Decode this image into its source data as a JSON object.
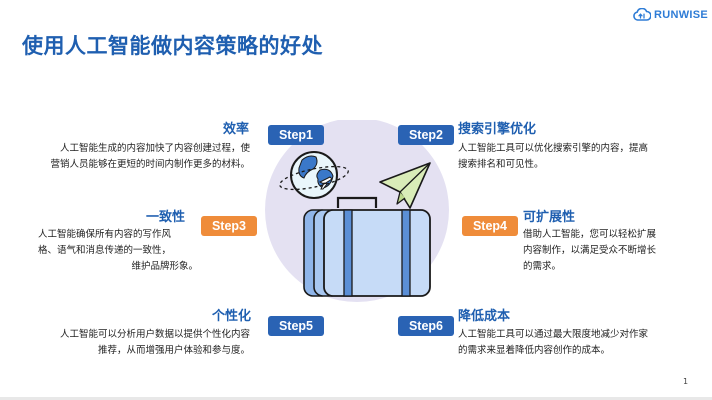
{
  "title": "使用人工智能做内容策略的好处",
  "logo": {
    "text": "RUNWISE",
    "brand_color": "#2e7cd6"
  },
  "colors": {
    "title": "#1f5fb0",
    "step_blue": "#2a63b4",
    "step_orange": "#ef8c3a",
    "circle": "#e4e1f2"
  },
  "items": [
    {
      "step": "Step1",
      "heading": "效率",
      "lines": [
        "人工智能生成的内容加快了内容创建过程，使",
        "营销人员能够在更短的时间内制作更多的材料。"
      ]
    },
    {
      "step": "Step2",
      "heading": "搜索引擎优化",
      "lines": [
        "人工智能工具可以优化搜索引擎的内容，提高",
        "搜索排名和可见性。"
      ]
    },
    {
      "step": "Step3",
      "heading": "一致性",
      "lines": [
        "人工智能确保所有内容的写作风",
        "格、语气和消息传递的一致性，",
        "维护品牌形象。"
      ]
    },
    {
      "step": "Step4",
      "heading": "可扩展性",
      "lines": [
        "借助人工智能，您可以轻松扩展",
        "内容制作，以满足受众不断增长",
        "的需求。"
      ]
    },
    {
      "step": "Step5",
      "heading": "个性化",
      "lines": [
        "人工智能可以分析用户数据以提供个性化内容",
        "推荐，从而增强用户体验和参与度。"
      ]
    },
    {
      "step": "Step6",
      "heading": "降低成本",
      "lines": [
        "人工智能工具可以通过最大限度地减少对作家",
        "的需求来显着降低内容创作的成本。"
      ]
    }
  ],
  "illustration_icons": [
    "globe-icon",
    "airplane-icon",
    "paper-plane-icon",
    "suitcase-icon"
  ],
  "page_number": "1"
}
